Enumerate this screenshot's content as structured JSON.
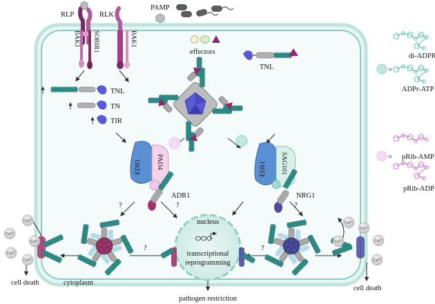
{
  "colors": {
    "cell_fill": "#f1f9f8",
    "cell_wall": "#bfe3dd",
    "membrane": "#7cc7bd",
    "tir": "#5a5ad6",
    "coil": "#2f8f8a",
    "nb": "#9e9e9e",
    "eds1": "#5b8fd4",
    "pad4": "#f2cde8",
    "sag101": "#cfeee6",
    "adr1": "#a0336b",
    "nrg1": "#4a4aa0",
    "effector_triangle": "#8c2a6a",
    "pamp": "#b9bcc0",
    "di_adpr": "#8ed5c9",
    "prib": "#e5a8e8",
    "nucleus_fill": "#d9f0ec",
    "nucleus_border": "#8fcfc6"
  },
  "receptors": {
    "rlp": "RLP",
    "rlk": "RLK",
    "bak1_left": "BAK1",
    "sobir1": "SOBIR1",
    "bak1_right": "BAK1"
  },
  "pamp": "PAMP",
  "effectors": "effectors",
  "tnl_top": "TNL",
  "genes": {
    "tnl": "TNL",
    "tn": "TN",
    "tir": "TIR"
  },
  "complex_left": {
    "eds1": "EDS1",
    "pad4": "PAD4",
    "adr1": "ADR1"
  },
  "complex_right": {
    "eds1": "EDS1",
    "sag101": "SAG101",
    "nrg1": "NRG1"
  },
  "question": "?",
  "nucleus": {
    "label": "nucleus",
    "line1": "transcriptional",
    "line2": "reprogramming"
  },
  "cytoplasm": "cytoplasm",
  "cell_death": "cell death",
  "pathogen_restriction": "pathogen restriction",
  "calcium": "Ca²⁺",
  "legend": {
    "equals": "=",
    "di_adpr": "di-ADPR",
    "adpr_atp": "ADPr-ATP",
    "prib_amp": "pRib-AMP",
    "prib_adp": "pRib-ADP"
  }
}
